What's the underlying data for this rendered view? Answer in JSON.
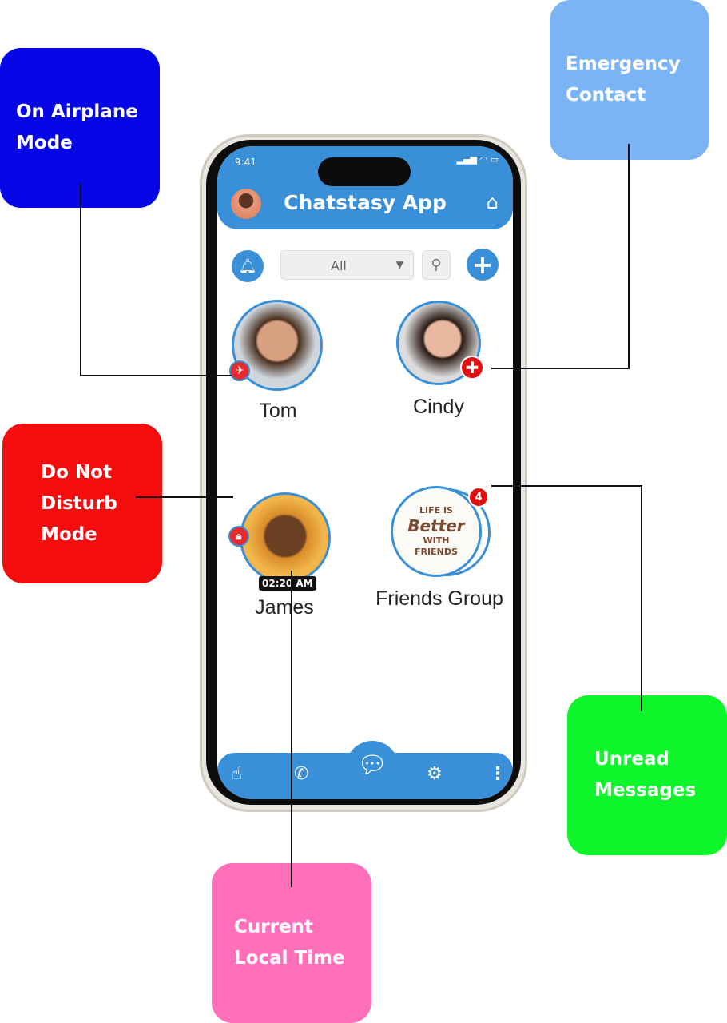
{
  "callouts": {
    "airplane": "On Airplane Mode",
    "emergency": "Emergency Contact",
    "dnd": "Do Not Disturb Mode",
    "unread": "Unread Messages",
    "time": "Current Local Time"
  },
  "phone": {
    "status_time": "9:41",
    "app_title": "Chatstasy App",
    "filter": {
      "selected": "All"
    },
    "contacts": [
      {
        "name": "Tom",
        "status": "airplane"
      },
      {
        "name": "Cindy",
        "status": "emergency"
      },
      {
        "name": "James",
        "status": "do-not-disturb",
        "local_time": "02:20 AM"
      },
      {
        "name": "Friends Group",
        "unread": "4",
        "logo_text": "Life is Better with Friends"
      }
    ]
  },
  "colors": {
    "primary": "#3a8fd9",
    "airplane": "#0505e6",
    "emergency": "#7ab4f5",
    "dnd": "#f50c0c",
    "unread": "#0ef52c",
    "time": "#ff6fba"
  }
}
